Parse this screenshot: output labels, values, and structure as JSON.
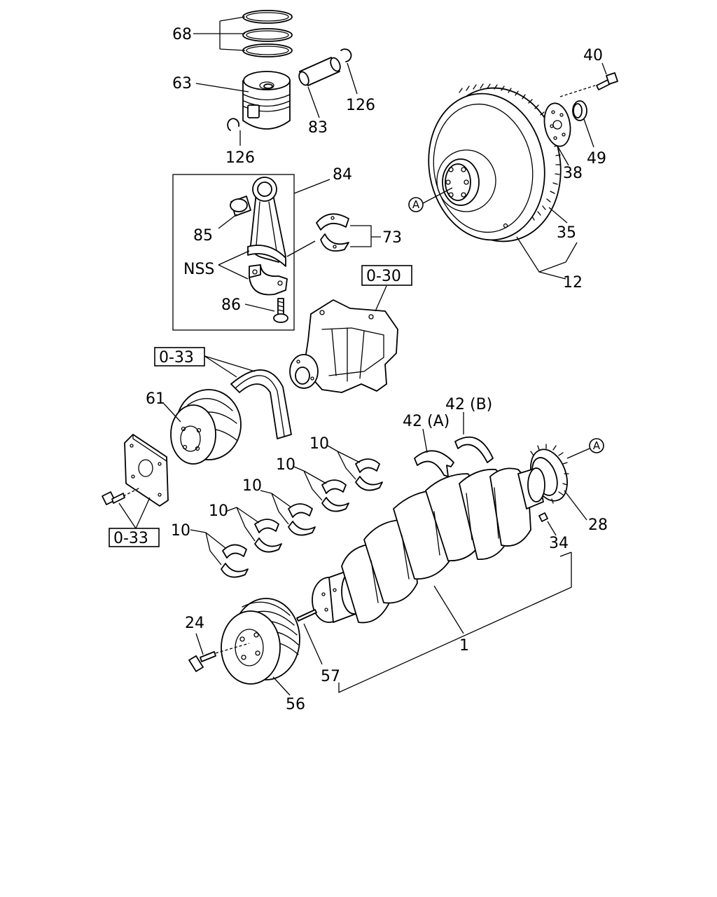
{
  "colors": {
    "line": "#000000",
    "background": "#ffffff"
  },
  "labels": {
    "p68": "68",
    "p63": "63",
    "p83": "83",
    "p126a": "126",
    "p126b": "126",
    "p84": "84",
    "p85": "85",
    "p73": "73",
    "nss": "NSS",
    "p86": "86",
    "p40": "40",
    "p49": "49",
    "p38": "38",
    "p35": "35",
    "p12": "12",
    "p61": "61",
    "p42a": "42 (A)",
    "p42b": "42 (B)",
    "p28": "28",
    "p34": "34",
    "p10a": "10",
    "p10b": "10",
    "p10c": "10",
    "p10d": "10",
    "p10e": "10",
    "p1": "1",
    "p24": "24",
    "p57": "57",
    "p56": "56"
  },
  "refs": {
    "r030": "0-30",
    "r033a": "0-33",
    "r033b": "0-33"
  },
  "markers": {
    "flywheel": "A",
    "gear": "A"
  }
}
